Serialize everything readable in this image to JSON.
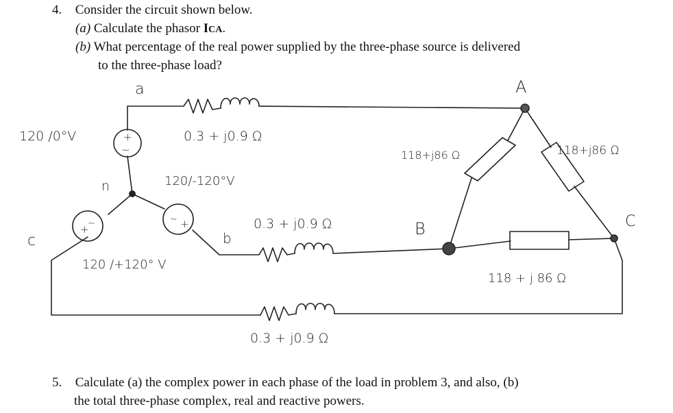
{
  "problem4": {
    "number": "4.",
    "intro": "Consider the circuit shown below.",
    "part_a_label": "(a)",
    "part_a_text": "Calculate the phasor ",
    "part_a_phasor": "I",
    "part_a_subscript": "CA",
    "part_a_end": ".",
    "part_b_label": "(b)",
    "part_b_text_line1": "What percentage of the real power supplied by the three-phase source is delivered",
    "part_b_text_line2": "to the three-phase load?"
  },
  "circuit": {
    "source_a_voltage": "120 /0°V",
    "source_b_voltage": "120/-120°V",
    "source_c_voltage": "120 /+120° V",
    "neutral_label": "n",
    "node_a_label": "a",
    "node_b_label": "b",
    "node_c_label": "c",
    "load_node_a": "A",
    "load_node_b": "B",
    "load_node_c": "C",
    "line_a_impedance": "0.3 + j0.9 Ω",
    "line_b_impedance": "0.3 + j0.9 Ω",
    "line_c_impedance": "0.3 + j0.9 Ω",
    "load_ab_impedance": "118+j86 Ω",
    "load_ac_impedance": "118+j86 Ω",
    "load_bc_impedance": "118 + j 86 Ω"
  },
  "problem5": {
    "number": "5.",
    "text_line1": "Calculate (a) the complex power in each phase of the load in problem 3, and also, (b)",
    "text_line2": "the total three-phase complex, real and reactive powers."
  }
}
